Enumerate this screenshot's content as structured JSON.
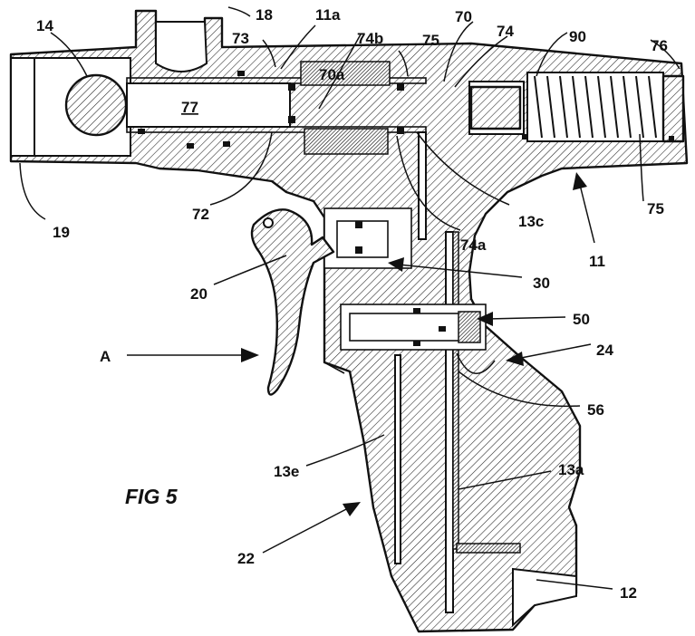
{
  "figure": {
    "caption": "FIG 5",
    "view_arrow_label": "A"
  },
  "labels": {
    "l14": "14",
    "l18": "18",
    "l11a": "11a",
    "l70": "70",
    "l90": "90",
    "l76": "76",
    "l73": "73",
    "l74b": "74b",
    "l75_top": "75",
    "l74": "74",
    "l70a": "70a",
    "l77": "77",
    "l19": "19",
    "l72": "72",
    "l13c": "13c",
    "l74a": "74a",
    "l75_right": "75",
    "l11": "11",
    "l20": "20",
    "l30": "30",
    "l50": "50",
    "l24": "24",
    "l56": "56",
    "l13e": "13e",
    "l13a": "13a",
    "l22": "22",
    "l12": "12"
  }
}
